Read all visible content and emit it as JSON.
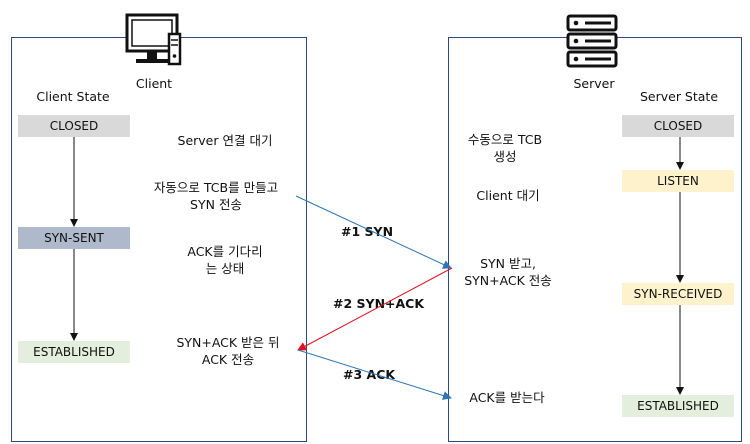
{
  "client": {
    "title": "Client",
    "state_header": "Client State",
    "icon": "desktop-computer-icon",
    "states": [
      "CLOSED",
      "SYN-SENT",
      "ESTABLISHED"
    ],
    "notes": [
      [
        "Server 연결 대기"
      ],
      [
        "자동으로 TCB를 만들고",
        "SYN  전송"
      ],
      [
        "ACK를 기다리",
        "는 상태"
      ],
      [
        "SYN+ACK 받은 뒤",
        "ACK 전송"
      ]
    ]
  },
  "server": {
    "title": "Server",
    "state_header": "Server State",
    "icon": "server-rack-icon",
    "states": [
      "CLOSED",
      "LISTEN",
      "SYN-RECEIVED",
      "ESTABLISHED"
    ],
    "notes": [
      [
        "수동으로 TCB",
        "생성"
      ],
      [
        "Client 대기"
      ],
      [
        "SYN 받고,",
        "SYN+ACK 전송"
      ],
      [
        "ACK를 받는다"
      ]
    ]
  },
  "messages": [
    {
      "label": "#1 SYN",
      "color": "#2e75b6"
    },
    {
      "label": "#2 SYN+ACK",
      "color": "#e0101e"
    },
    {
      "label": "#3 ACK",
      "color": "#2e75b6"
    }
  ],
  "colors": {
    "panel_border": "#2e4a78",
    "closed_fill": "#d9d9d9",
    "syn_sent_fill": "#aeb9cc",
    "established_fill": "#e3efdc",
    "listen_fill": "#fdf2cc"
  }
}
